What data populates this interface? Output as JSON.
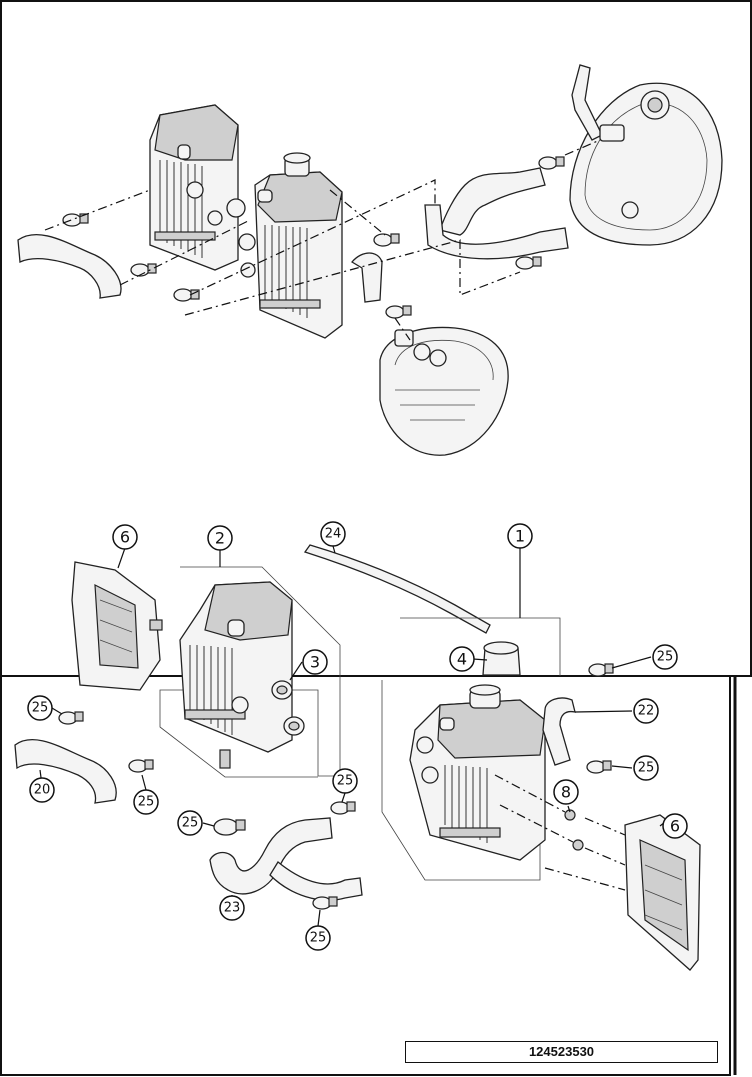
{
  "callouts": {
    "c1": "1",
    "c2": "2",
    "c3": "3",
    "c4": "4",
    "c6a": "6",
    "c6b": "6",
    "c8": "8",
    "c20": "20",
    "c22": "22",
    "c23": "23",
    "c24": "24",
    "c25a": "25",
    "c25b": "25",
    "c25c": "25",
    "c25d": "25",
    "c25e": "25",
    "c25f": "25",
    "c25g": "25"
  },
  "document_number": "124523530"
}
